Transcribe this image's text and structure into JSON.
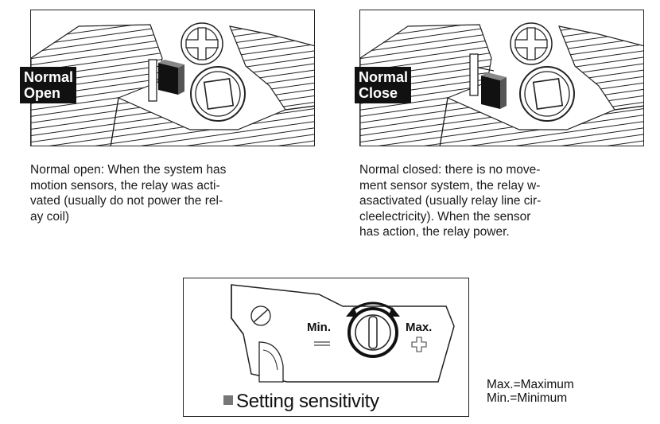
{
  "panels": {
    "open": {
      "label_line1": "Normal",
      "label_line2": "Open"
    },
    "close": {
      "label_line1": "Normal",
      "label_line2": "Close"
    }
  },
  "descriptions": {
    "open": "Normal open: When the system has\nmotion sensors, the relay was acti-\nvated (usually do not power the rel-\nay coil)",
    "close": "Normal  closed: there is no move-\nment sensor system,  the relay w-\nasactivated (usually relay line cir-\ncleelectricity).  When the sensor\nhas  action, the relay power."
  },
  "sensitivity": {
    "title": "Setting sensitivity",
    "min_label": "Min.",
    "max_label": "Max.",
    "minus_symbol": "−",
    "plus_symbol": "+"
  },
  "legend": {
    "max": "Max.=Maximum",
    "min": "Min.=Minimum"
  }
}
